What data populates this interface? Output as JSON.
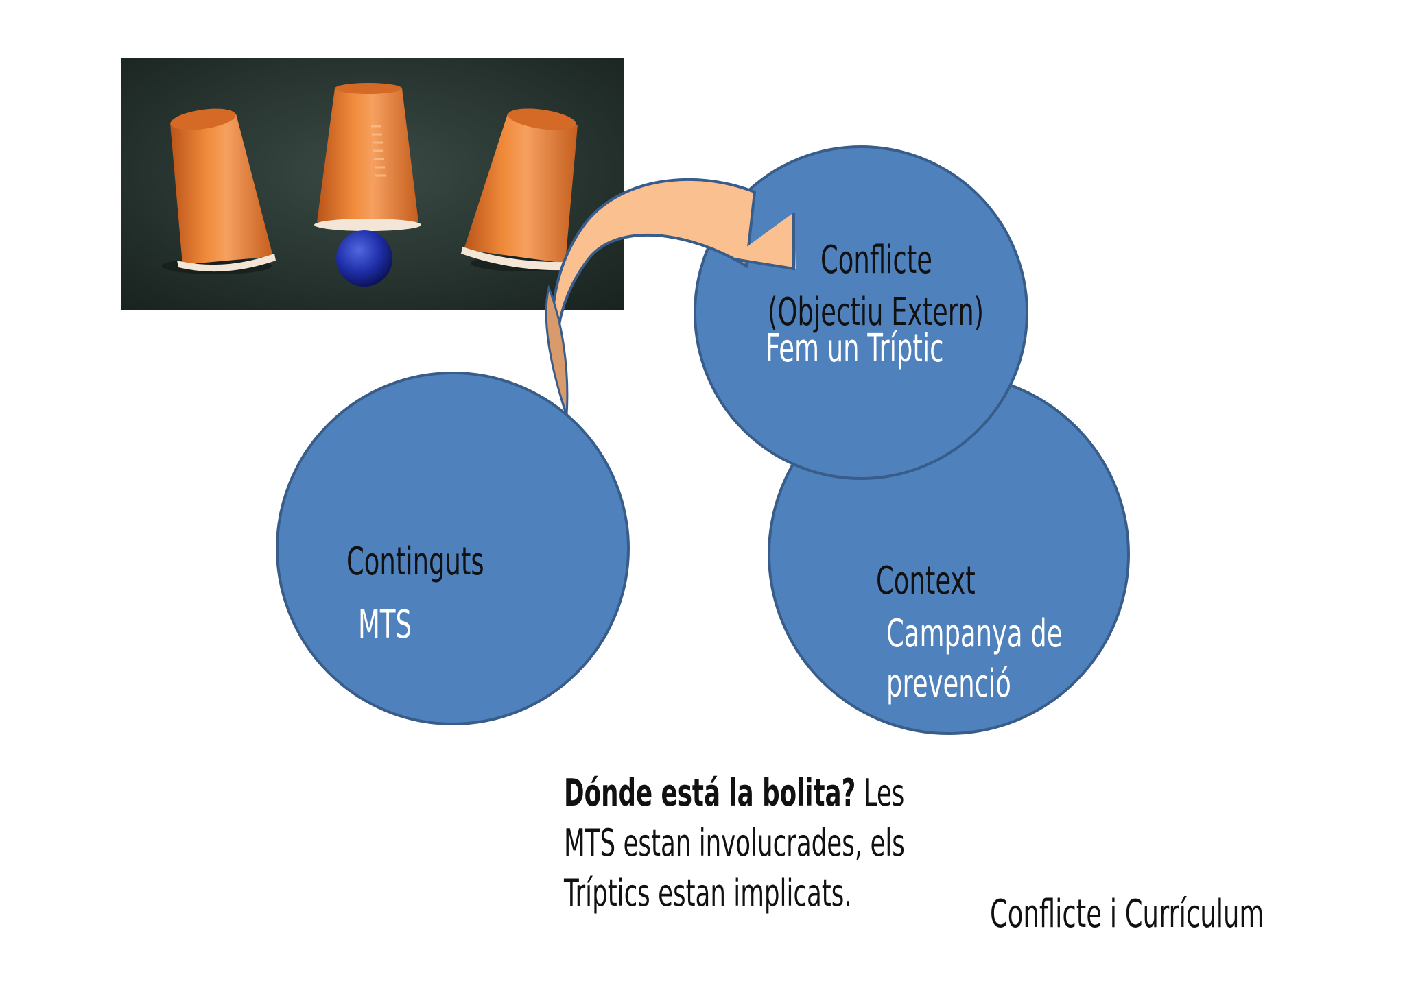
{
  "circles": {
    "conflicte": {
      "title_line1": "Conflicte",
      "title_line2": "(Objectiu Extern)",
      "detail": "Fem un Tríptic"
    },
    "continguts": {
      "title": "Continguts",
      "detail": "MTS"
    },
    "context": {
      "title": "Context",
      "detail_line1": "Campanya de",
      "detail_line2": "prevenció"
    }
  },
  "caption": {
    "bold": "Dónde está la bolita?",
    "line1_rest": " Les",
    "line2": "MTS estan involucrades, els",
    "line3": "Tríptics estan implicats."
  },
  "footer": "Conflicte i Currículum",
  "colors": {
    "circle_fill": "#4f81bd",
    "circle_stroke": "#385d8a",
    "arrow_fill": "#fac090",
    "arrow_fill_dark": "#d99a6c",
    "cup_orange": "#e8772a",
    "ball_blue": "#1f2fa8",
    "felt": "#24332e"
  }
}
